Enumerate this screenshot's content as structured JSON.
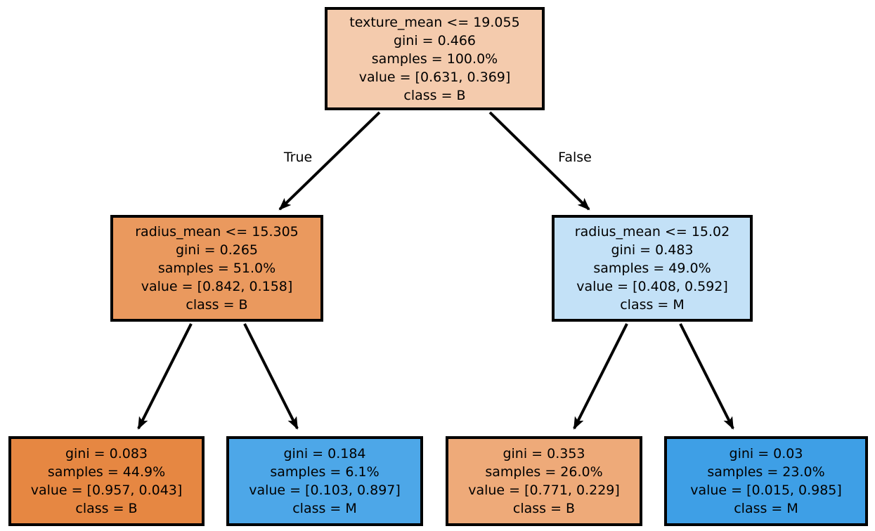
{
  "diagram": {
    "type": "decision-tree",
    "background_color": "#ffffff",
    "line_color": "#000000",
    "edge_labels": {
      "true": "True",
      "false": "False"
    },
    "nodes": {
      "root": {
        "fill": "#f4cbad",
        "lines": [
          "texture_mean <= 19.055",
          "gini = 0.466",
          "samples = 100.0%",
          "value = [0.631, 0.369]",
          "class = B"
        ]
      },
      "left": {
        "fill": "#ea995e",
        "lines": [
          "radius_mean <= 15.305",
          "gini = 0.265",
          "samples = 51.0%",
          "value = [0.842, 0.158]",
          "class = B"
        ]
      },
      "right": {
        "fill": "#c3e1f7",
        "lines": [
          "radius_mean <= 15.02",
          "gini = 0.483",
          "samples = 49.0%",
          "value = [0.408, 0.592]",
          "class = M"
        ]
      },
      "leaf1": {
        "fill": "#e68742",
        "lines": [
          "gini = 0.083",
          "samples = 44.9%",
          "value = [0.957, 0.043]",
          "class = B"
        ]
      },
      "leaf2": {
        "fill": "#4da7e8",
        "lines": [
          "gini = 0.184",
          "samples = 6.1%",
          "value = [0.103, 0.897]",
          "class = M"
        ]
      },
      "leaf3": {
        "fill": "#eeaa79",
        "lines": [
          "gini = 0.353",
          "samples = 26.0%",
          "value = [0.771, 0.229]",
          "class = B"
        ]
      },
      "leaf4": {
        "fill": "#3e9fe6",
        "lines": [
          "gini = 0.03",
          "samples = 23.0%",
          "value = [0.015, 0.985]",
          "class = M"
        ]
      }
    }
  }
}
